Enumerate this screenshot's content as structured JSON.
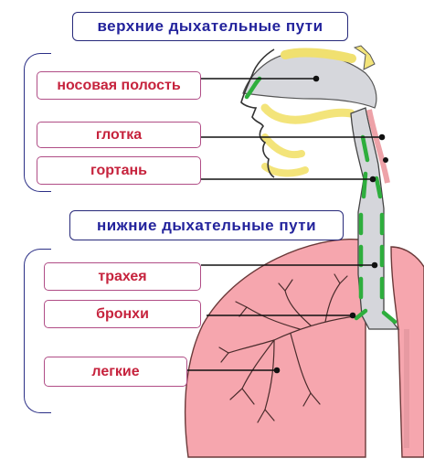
{
  "headers": {
    "upper": "верхние  дыхательные  пути",
    "lower": "нижние  дыхательные  пути"
  },
  "labels": {
    "nasal_cavity": "носовая полость",
    "pharynx": "глотка",
    "larynx": "гортань",
    "trachea": "трахея",
    "bronchi": "бронхи",
    "lungs": "легкие"
  },
  "colors": {
    "header_text": "#23239c",
    "header_border": "#27297a",
    "label_text": "#c6233d",
    "label_border": "#b04d86",
    "lung_fill": "#f6a6ae",
    "airway_fill": "#d8d8d8",
    "mucosa": "#2eae3d",
    "bone": "#f3e47a"
  }
}
